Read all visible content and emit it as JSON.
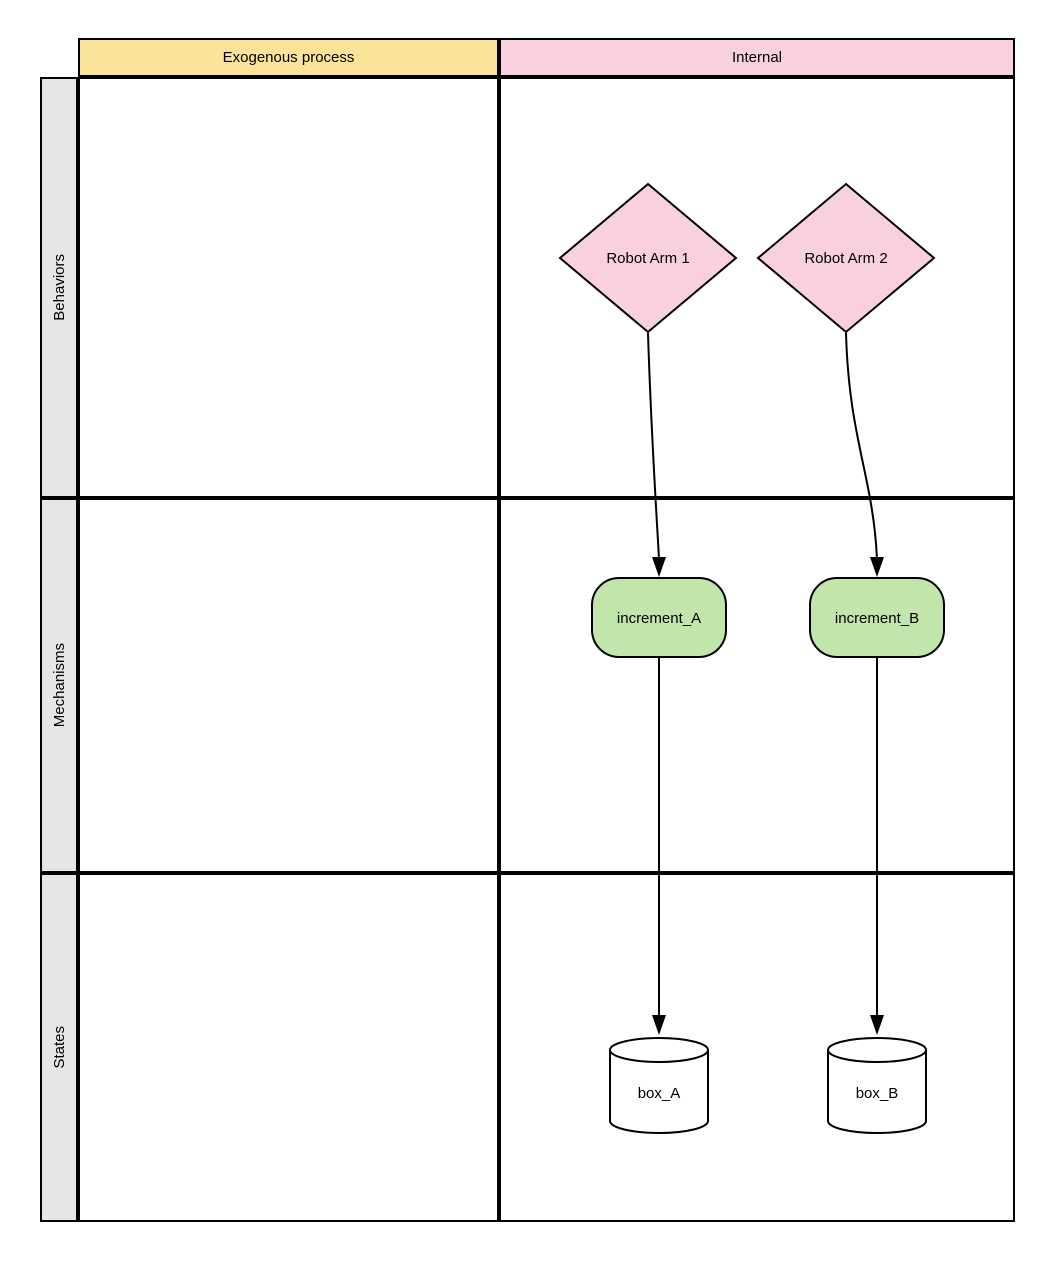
{
  "headers": {
    "exogenous": "Exogenous process",
    "internal": "Internal"
  },
  "row_labels": {
    "behaviors": "Behaviors",
    "mechanisms": "Mechanisms",
    "states": "States"
  },
  "nodes": {
    "robot_arm_1": {
      "label": "Robot Arm 1",
      "shape": "diamond",
      "row": "Behaviors",
      "column": "Internal"
    },
    "robot_arm_2": {
      "label": "Robot Arm 2",
      "shape": "diamond",
      "row": "Behaviors",
      "column": "Internal"
    },
    "increment_a": {
      "label": "increment_A",
      "shape": "rounded-rectangle",
      "row": "Mechanisms",
      "column": "Internal"
    },
    "increment_b": {
      "label": "increment_B",
      "shape": "rounded-rectangle",
      "row": "Mechanisms",
      "column": "Internal"
    },
    "box_a": {
      "label": "box_A",
      "shape": "cylinder",
      "row": "States",
      "column": "Internal"
    },
    "box_b": {
      "label": "box_B",
      "shape": "cylinder",
      "row": "States",
      "column": "Internal"
    }
  },
  "edges": [
    {
      "from": "Robot Arm 1",
      "to": "increment_A"
    },
    {
      "from": "Robot Arm 2",
      "to": "increment_B"
    },
    {
      "from": "increment_A",
      "to": "box_A"
    },
    {
      "from": "increment_B",
      "to": "box_B"
    }
  ],
  "colors": {
    "exogenous_header_fill": "#FCE39A",
    "internal_header_fill": "#F8D0DE",
    "row_label_fill": "#E6E6E6",
    "behavior_node_fill": "#F8D0DE",
    "mechanism_node_fill": "#C2E5AC",
    "state_node_fill": "#FFFFFF",
    "border": "#000000"
  }
}
